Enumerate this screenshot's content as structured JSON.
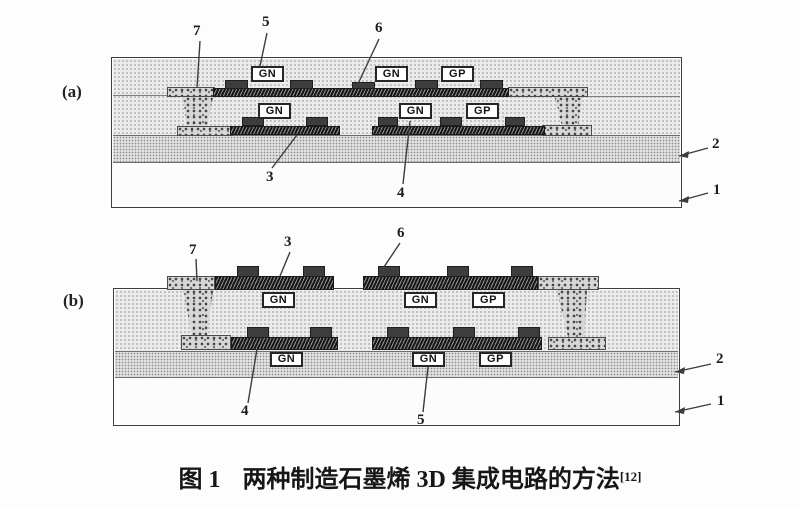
{
  "figure": {
    "panel_a": {
      "label": "(a)",
      "top_device_labels": [
        "GN",
        "GN",
        "GP"
      ],
      "bottom_device_labels": [
        "GN",
        "GN",
        "GP"
      ],
      "callouts": {
        "n7": "7",
        "n5": "5",
        "n6": "6",
        "n3": "3",
        "n4": "4",
        "n2": "2",
        "n1": "1"
      }
    },
    "panel_b": {
      "label": "(b)",
      "top_device_labels": [
        "GN",
        "GN",
        "GP"
      ],
      "bottom_device_labels": [
        "GN",
        "GN",
        "GP"
      ],
      "callouts": {
        "n7": "7",
        "n3": "3",
        "n6": "6",
        "n4": "4",
        "n5": "5",
        "n2": "2",
        "n1": "1"
      }
    },
    "caption": {
      "figure_number": "图 1",
      "title": "两种制造石墨烯 3D 集成电路的方法",
      "reference": "[12]"
    },
    "colors": {
      "ink": "#1d1d1d",
      "paper": "#fdfdfd"
    }
  }
}
